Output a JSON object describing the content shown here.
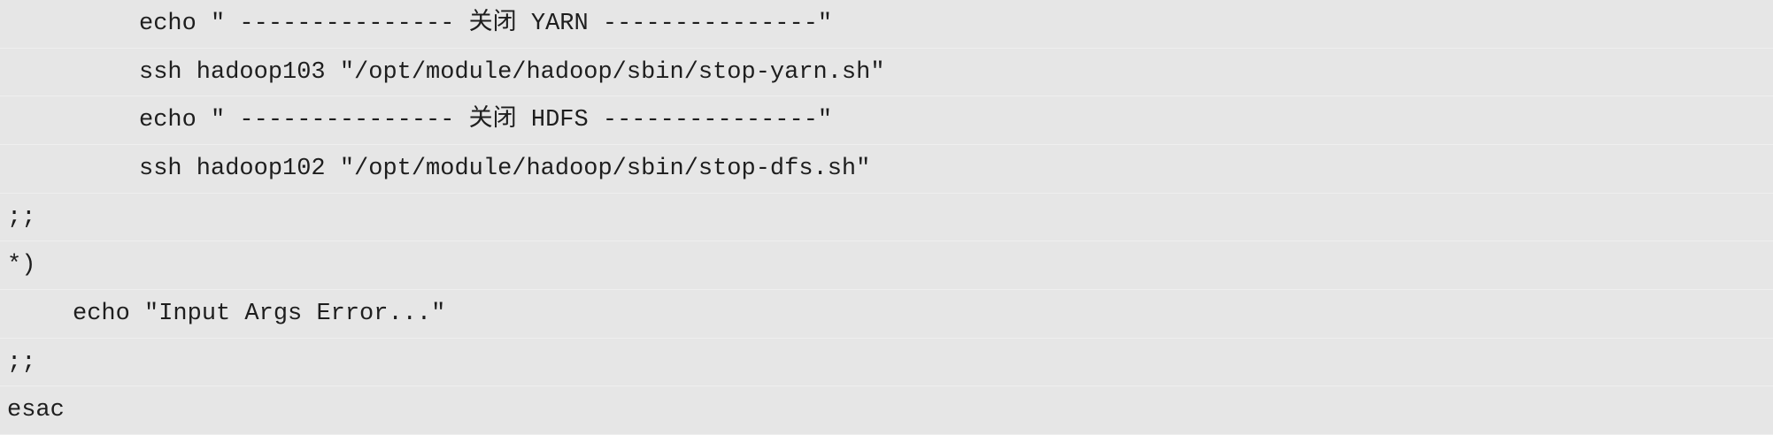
{
  "code_lines": [
    "echo \" --------------- 关闭 YARN ---------------\"",
    "ssh hadoop103 \"/opt/module/hadoop/sbin/stop-yarn.sh\"",
    "echo \" --------------- 关闭 HDFS ---------------\"",
    "ssh hadoop102 \"/opt/module/hadoop/sbin/stop-dfs.sh\"",
    ";;",
    "*)",
    "echo \"Input Args Error...\"",
    ";;",
    "esac"
  ]
}
